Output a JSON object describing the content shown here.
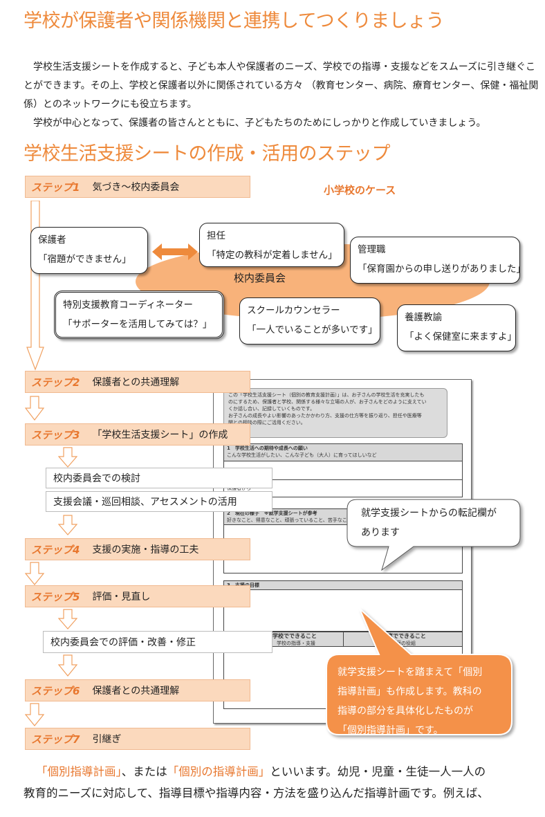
{
  "heading1": "学校が保護者や関係機関と連携してつくりましょう",
  "intro": {
    "line1": "学校生活支援シートを作成すると、子ども本人や保護者のニーズ、学校での指導・支援などをスムーズに引き継ぐこ",
    "line2": "とができます。その上、学校と保護者以外に関係されている方々 （教育センター、病院、療育センター、保健・福祉関",
    "line3": "係）とのネットワークにも役立ちます。",
    "line4": "学校が中心となって、保護者の皆さんとともに、子どもたちのためにしっかりと作成していきましょう。"
  },
  "heading2": "学校生活支援シートの作成・活用のステップ",
  "case_label": "小学校のケース",
  "committee_label": "校内委員会",
  "steps": [
    {
      "label": "ステップ1",
      "text": "気づき～校内委員会"
    },
    {
      "label": "ステップ2",
      "text": "保護者との共通理解"
    },
    {
      "label": "ステップ3",
      "text": "「学校生活支援シート」の作成"
    },
    {
      "label": "ステップ4",
      "text": "支援の実施・指導の工夫"
    },
    {
      "label": "ステップ5",
      "text": "評価・見直し"
    },
    {
      "label": "ステップ6",
      "text": "保護者との共通理解"
    },
    {
      "label": "ステップ7",
      "text": "引継ぎ"
    }
  ],
  "sub_boxes": {
    "review": "校内委員会での検討",
    "meeting": "支援会議・巡回相談、アセスメントの活用",
    "evaluation": "校内委員会での評価・改善・修正"
  },
  "bubbles": {
    "guardian": {
      "title": "保護者",
      "quote": "「宿題ができません」"
    },
    "teacher": {
      "title": "担任",
      "quote": "「特定の教科が定着しません」"
    },
    "manager": {
      "title": "管理職",
      "quote": "「保育園からの申し送りがありました」"
    },
    "coordinator": {
      "title": "特別支援教育コーディネーター",
      "quote": "「サポーターを活用してみては？」"
    },
    "counselor": {
      "title": "スクールカウンセラー",
      "quote": "「一人でいることが多いです」"
    },
    "nurse": {
      "title": "養護教諭",
      "quote": "「よく保健室に来ますよ」"
    }
  },
  "doc": {
    "intro_lines": [
      "この「学校生活支援シート（個別の教育支援計画）」は、お子さんの学校生活を充実したも",
      "のにするため、保護者と学校、関係する様々な立場の人が、お子さんをどのように支えてい",
      "くか話し合い、記録していくものです。",
      "お子さんの成長やよい影響のあったかかわり方、支援の仕方等を振り返り、担任や医療等",
      "関との相談の際にご活用ください。"
    ],
    "sec1_title": "1　学校生活への期待や成長への願い",
    "sec1_sub": "こんな学校生活がしたい、こんな子ども（大人）に育ってほしいなど",
    "sec1_row": "保護者から",
    "sec2_title": "2　現在の様子　※就学支援シートが参考",
    "sec2_sub": "好きなこと、得意なこと、頑張っていること、苦手なこと、",
    "sec3_title": "3　支援の目標",
    "col_school": "学校でできること",
    "col_school_sub": "学校の指導・支援",
    "col_home": "家庭でできること",
    "col_home_sub": "家庭の役組"
  },
  "callout_white": {
    "line1": "就学支援シートからの転記欄が",
    "line2": "あります"
  },
  "callout_orange": {
    "line1": "就学支援シートを踏まえて「個別",
    "line2": "指導計画」も作成します。教科の",
    "line3": "指導の部分を具体化したものが",
    "line4": "「個別指導計画」です。"
  },
  "bottom": {
    "q1": "「個別指導計画」",
    "t1": "、または",
    "q2": "「個別の指導計画」",
    "t2": "といいます。幼児・児童・生徒一人一人の",
    "line2": "教育的ニーズに対応して、指導目標や指導内容・方法を盛り込んだ指導計画です。例えば、"
  },
  "colors": {
    "accent": "#ee8a3c",
    "step_fill": "#fbd9bd",
    "callout": "#f4914a"
  }
}
